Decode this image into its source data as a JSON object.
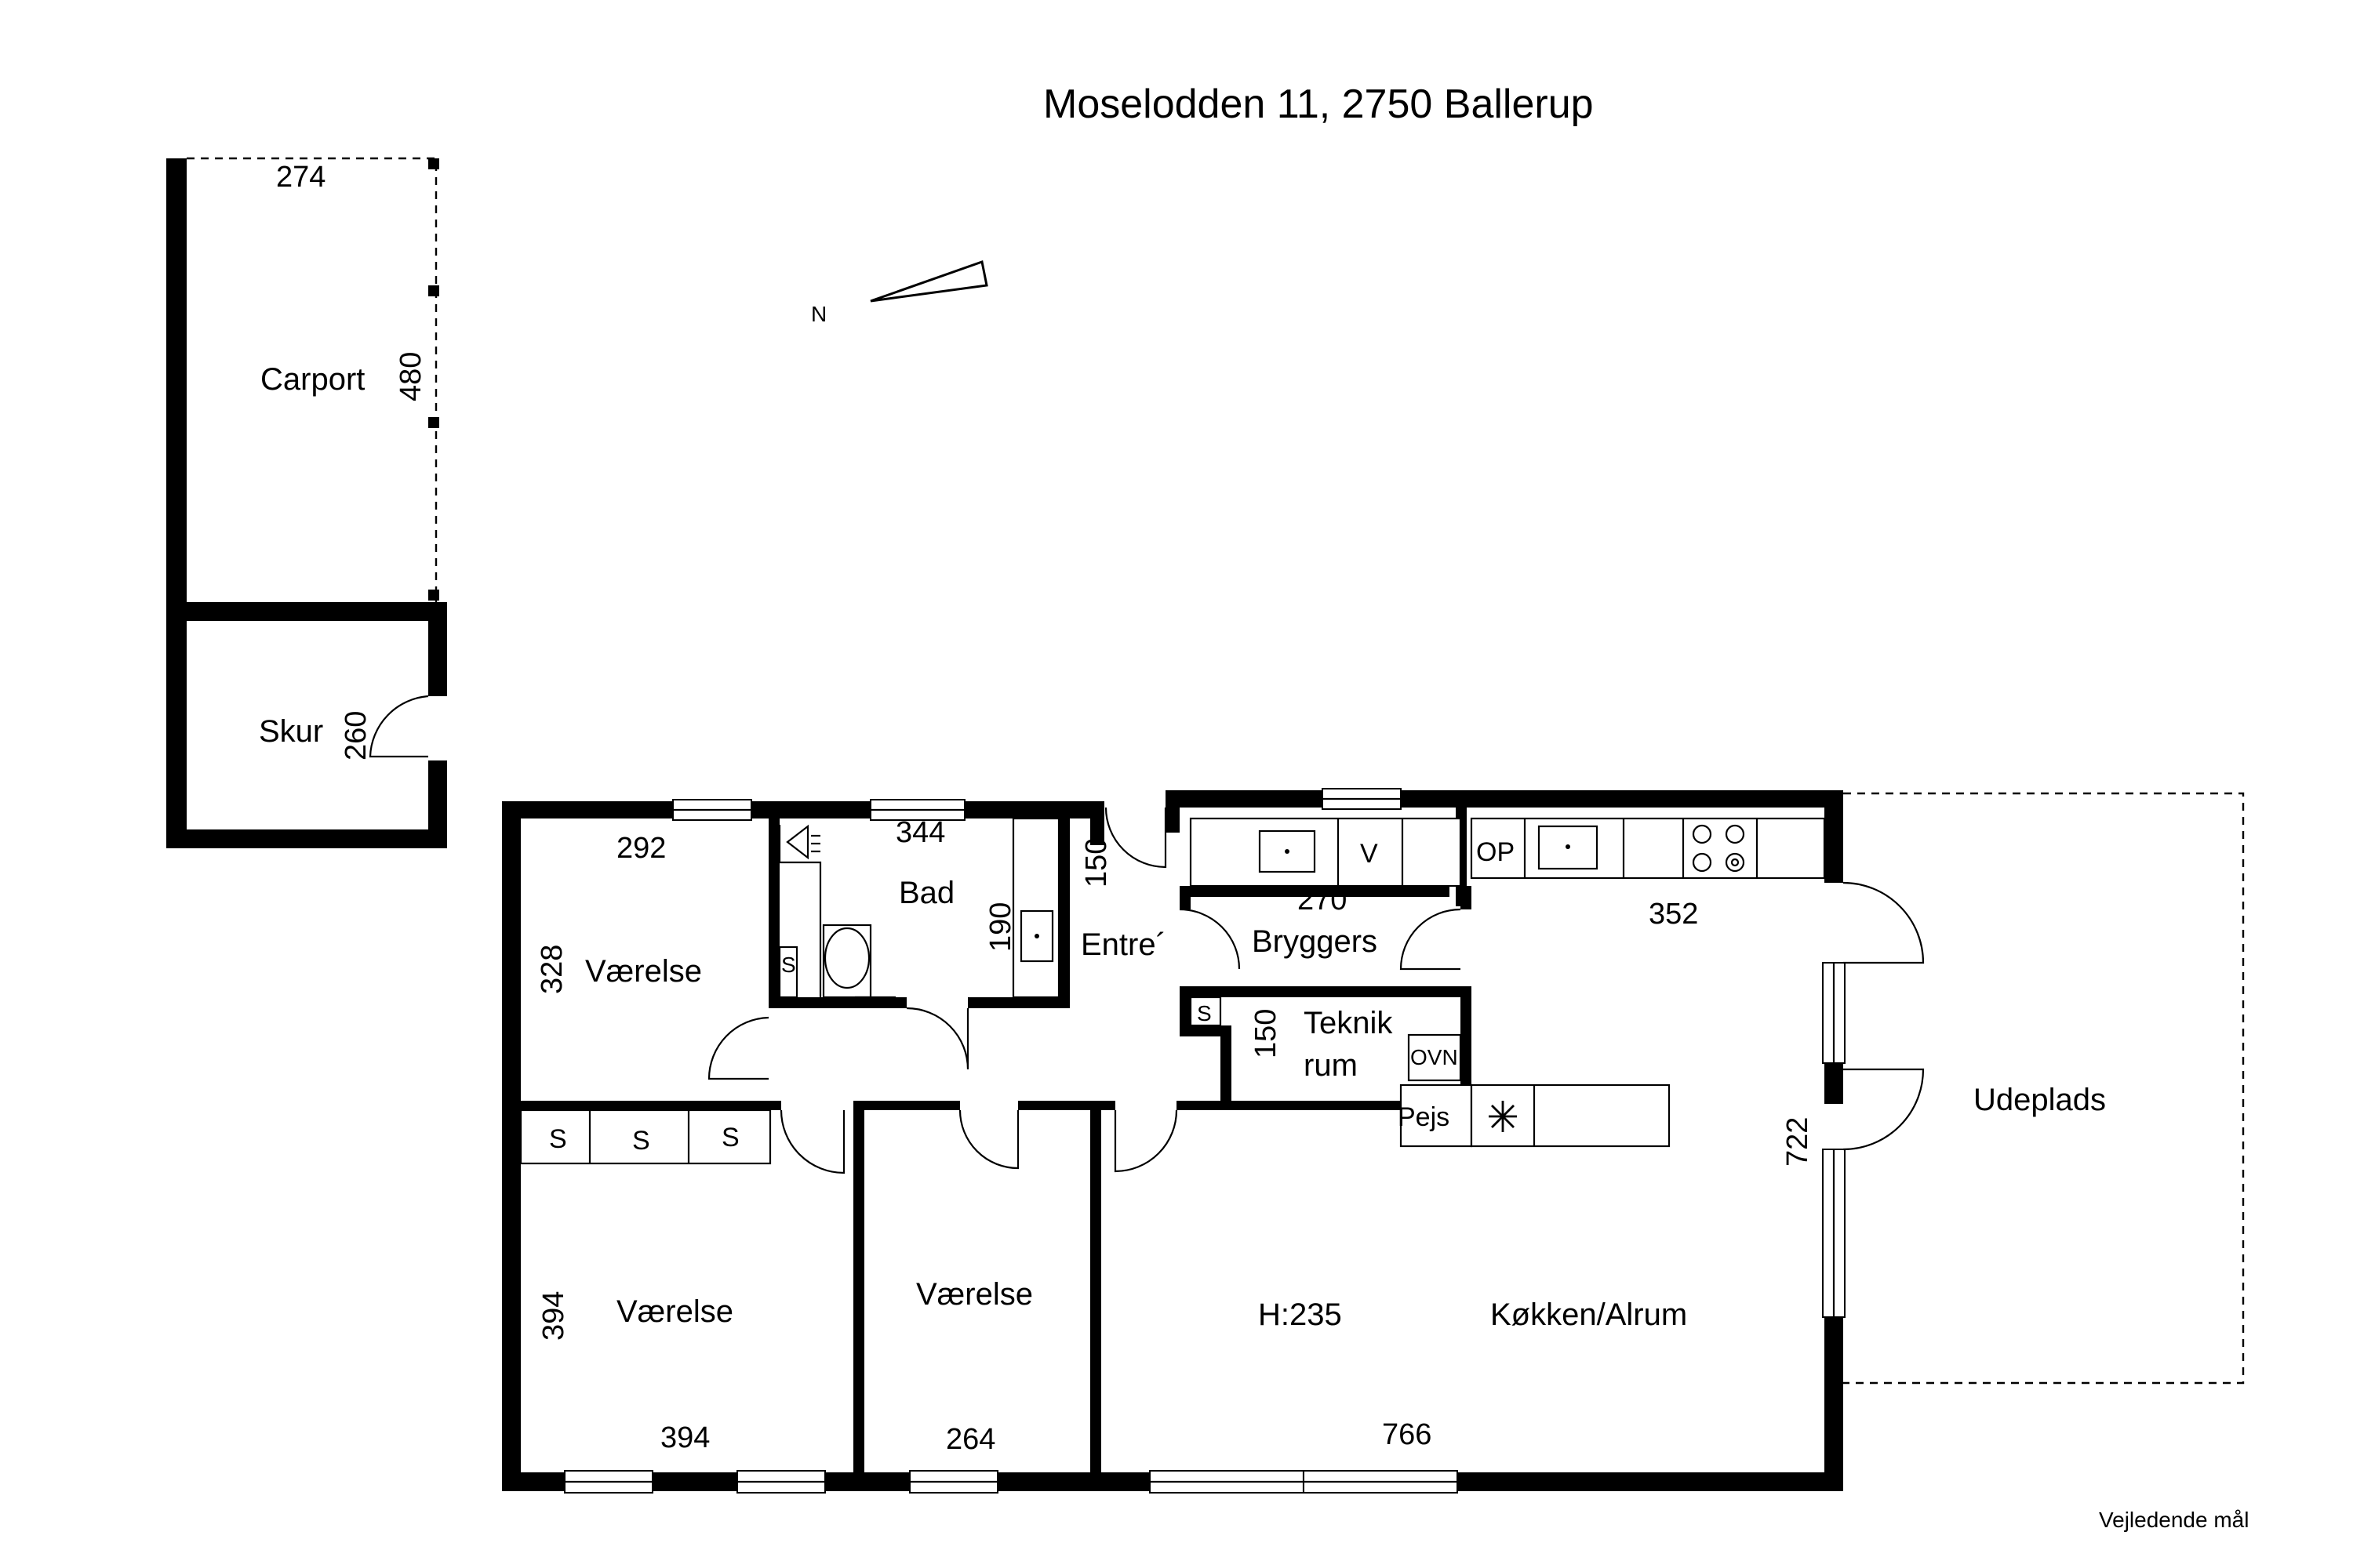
{
  "title": "Moselodden 11, 2750 Ballerup",
  "footer_note": "Vejledende mål",
  "compass_label": "N",
  "rooms": {
    "carport": "Carport",
    "skur": "Skur",
    "vaerelse_1": "Værelse",
    "bad": "Bad",
    "entre": "Entre´",
    "bryggers": "Bryggers",
    "teknik_1": "Teknik",
    "teknik_2": "rum",
    "vaerelse_2": "Værelse",
    "vaerelse_3": "Værelse",
    "kokken_alrum": "Køkken/Alrum",
    "udeplads": "Udeplads"
  },
  "dimensions": {
    "carport_width": "274",
    "carport_depth": "480",
    "skur_depth": "260",
    "vaerelse_1_width": "292",
    "vaerelse_1_depth": "328",
    "bad_width": "344",
    "bad_depth": "190",
    "entre_depth": "150",
    "bryggers_width": "270",
    "teknik_depth": "150",
    "kitchen_top_width": "352",
    "kitchen_depth": "722",
    "vaerelse_2_depth": "394",
    "vaerelse_2_width": "394",
    "vaerelse_3_width": "264",
    "kitchen_bottom_width": "766",
    "ceiling_height": "H:235"
  },
  "fixtures": {
    "wardrobe": "S",
    "washer": "V",
    "oven": "OVN",
    "fireplace": "Pejs",
    "op": "OP"
  }
}
